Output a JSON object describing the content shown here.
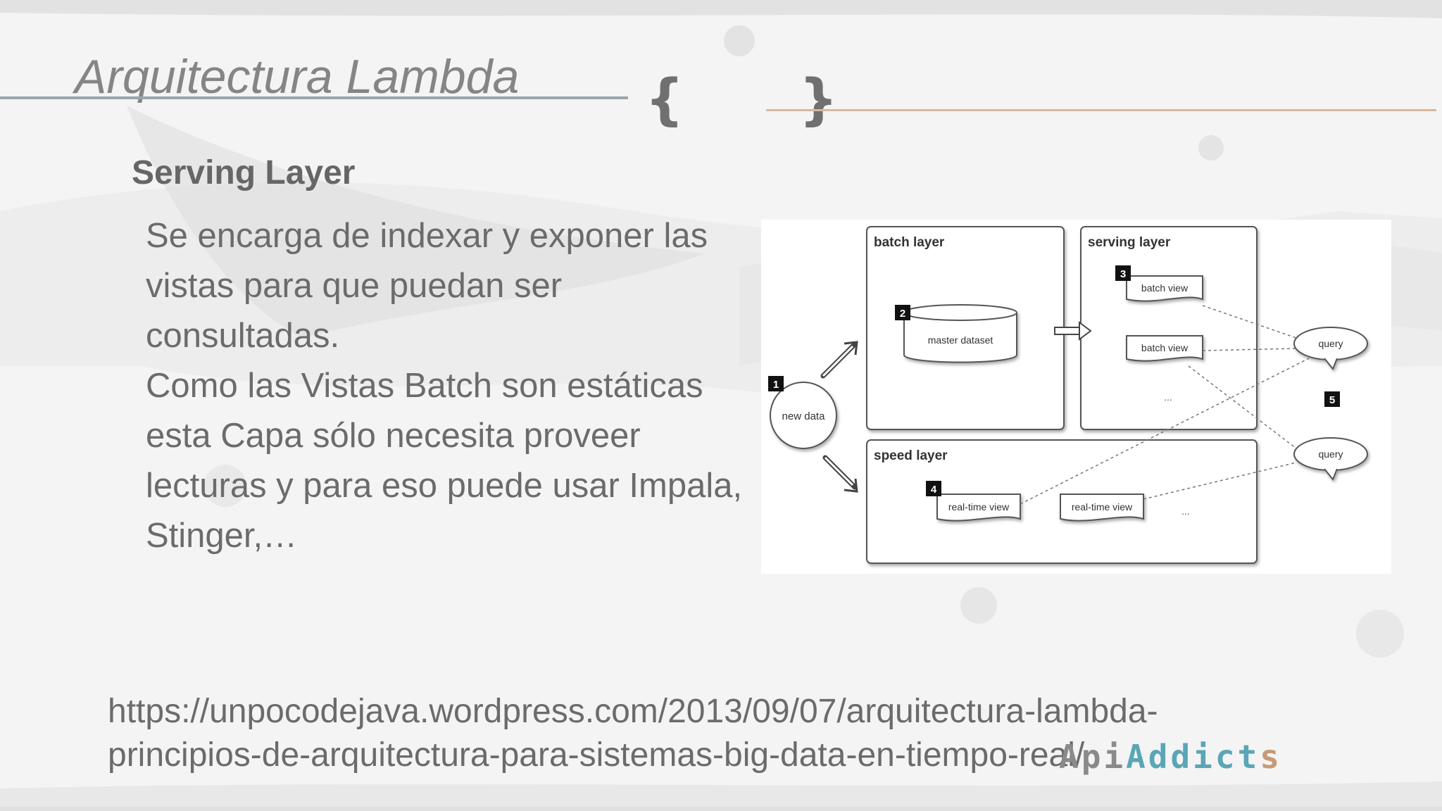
{
  "slide": {
    "title": "Arquitectura Lambda",
    "braces": "{ }",
    "subtitle": "Serving Layer",
    "paragraphs": [
      "Se encarga de indexar y exponer las vistas para que puedan ser consultadas.",
      "Como las Vistas Batch son estáticas esta Capa sólo necesita proveer lecturas y para eso puede usar Impala, Stinger,…"
    ],
    "url_lines": [
      "https://unpocodejava.wordpress.com/2013/09/07/arquitectura-lambda-",
      "principios-de-arquitectura-para-sistemas-big-data-en-tiempo-real/"
    ],
    "logo": {
      "api": "Api",
      "addict": "Addict",
      "tail": "s"
    }
  },
  "diagram": {
    "layers": {
      "batch": "batch layer",
      "serving": "serving layer",
      "speed": "speed layer"
    },
    "new_data": "new data",
    "master_dataset": "master dataset",
    "batch_views": [
      "batch view",
      "batch view"
    ],
    "serving_ellipsis": "...",
    "realtime_views": [
      "real-time view",
      "real-time view"
    ],
    "speed_ellipsis": "...",
    "queries": [
      "query",
      "query"
    ],
    "step_numbers": [
      "1",
      "2",
      "3",
      "4",
      "5"
    ]
  }
}
